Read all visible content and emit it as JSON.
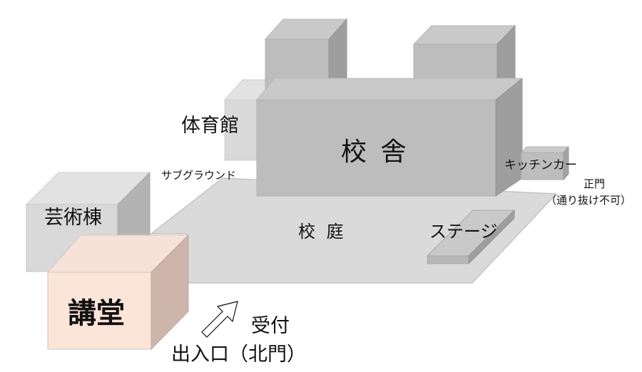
{
  "diagram": {
    "colors": {
      "ground": "#dadada",
      "ground_edge": "#c4c4c4",
      "main_front": "#bdbdbd",
      "main_top": "#c9c9c9",
      "main_side": "#9e9e9e",
      "light_front": "#d9d9d9",
      "light_top": "#e2e2e2",
      "light_side": "#b3b3b3",
      "hall_front": "#fbe5d9",
      "hall_top": "#f6e2d8",
      "hall_side": "#cdb5ac",
      "text": "#111111"
    },
    "labels": {
      "school_building": "校 舎",
      "gymnasium": "体育館",
      "sub_ground": "サブグラウンド",
      "kitchen_car": "キッチンカー",
      "main_gate": "正門",
      "main_gate_note": "（通り抜け不可）",
      "courtyard": "校 庭",
      "stage": "ステージ",
      "art_building": "芸術棟",
      "auditorium": "講堂",
      "reception": "受付",
      "entrance": "出入口（北門）"
    },
    "arrow_icon": "up-right-arrow"
  }
}
